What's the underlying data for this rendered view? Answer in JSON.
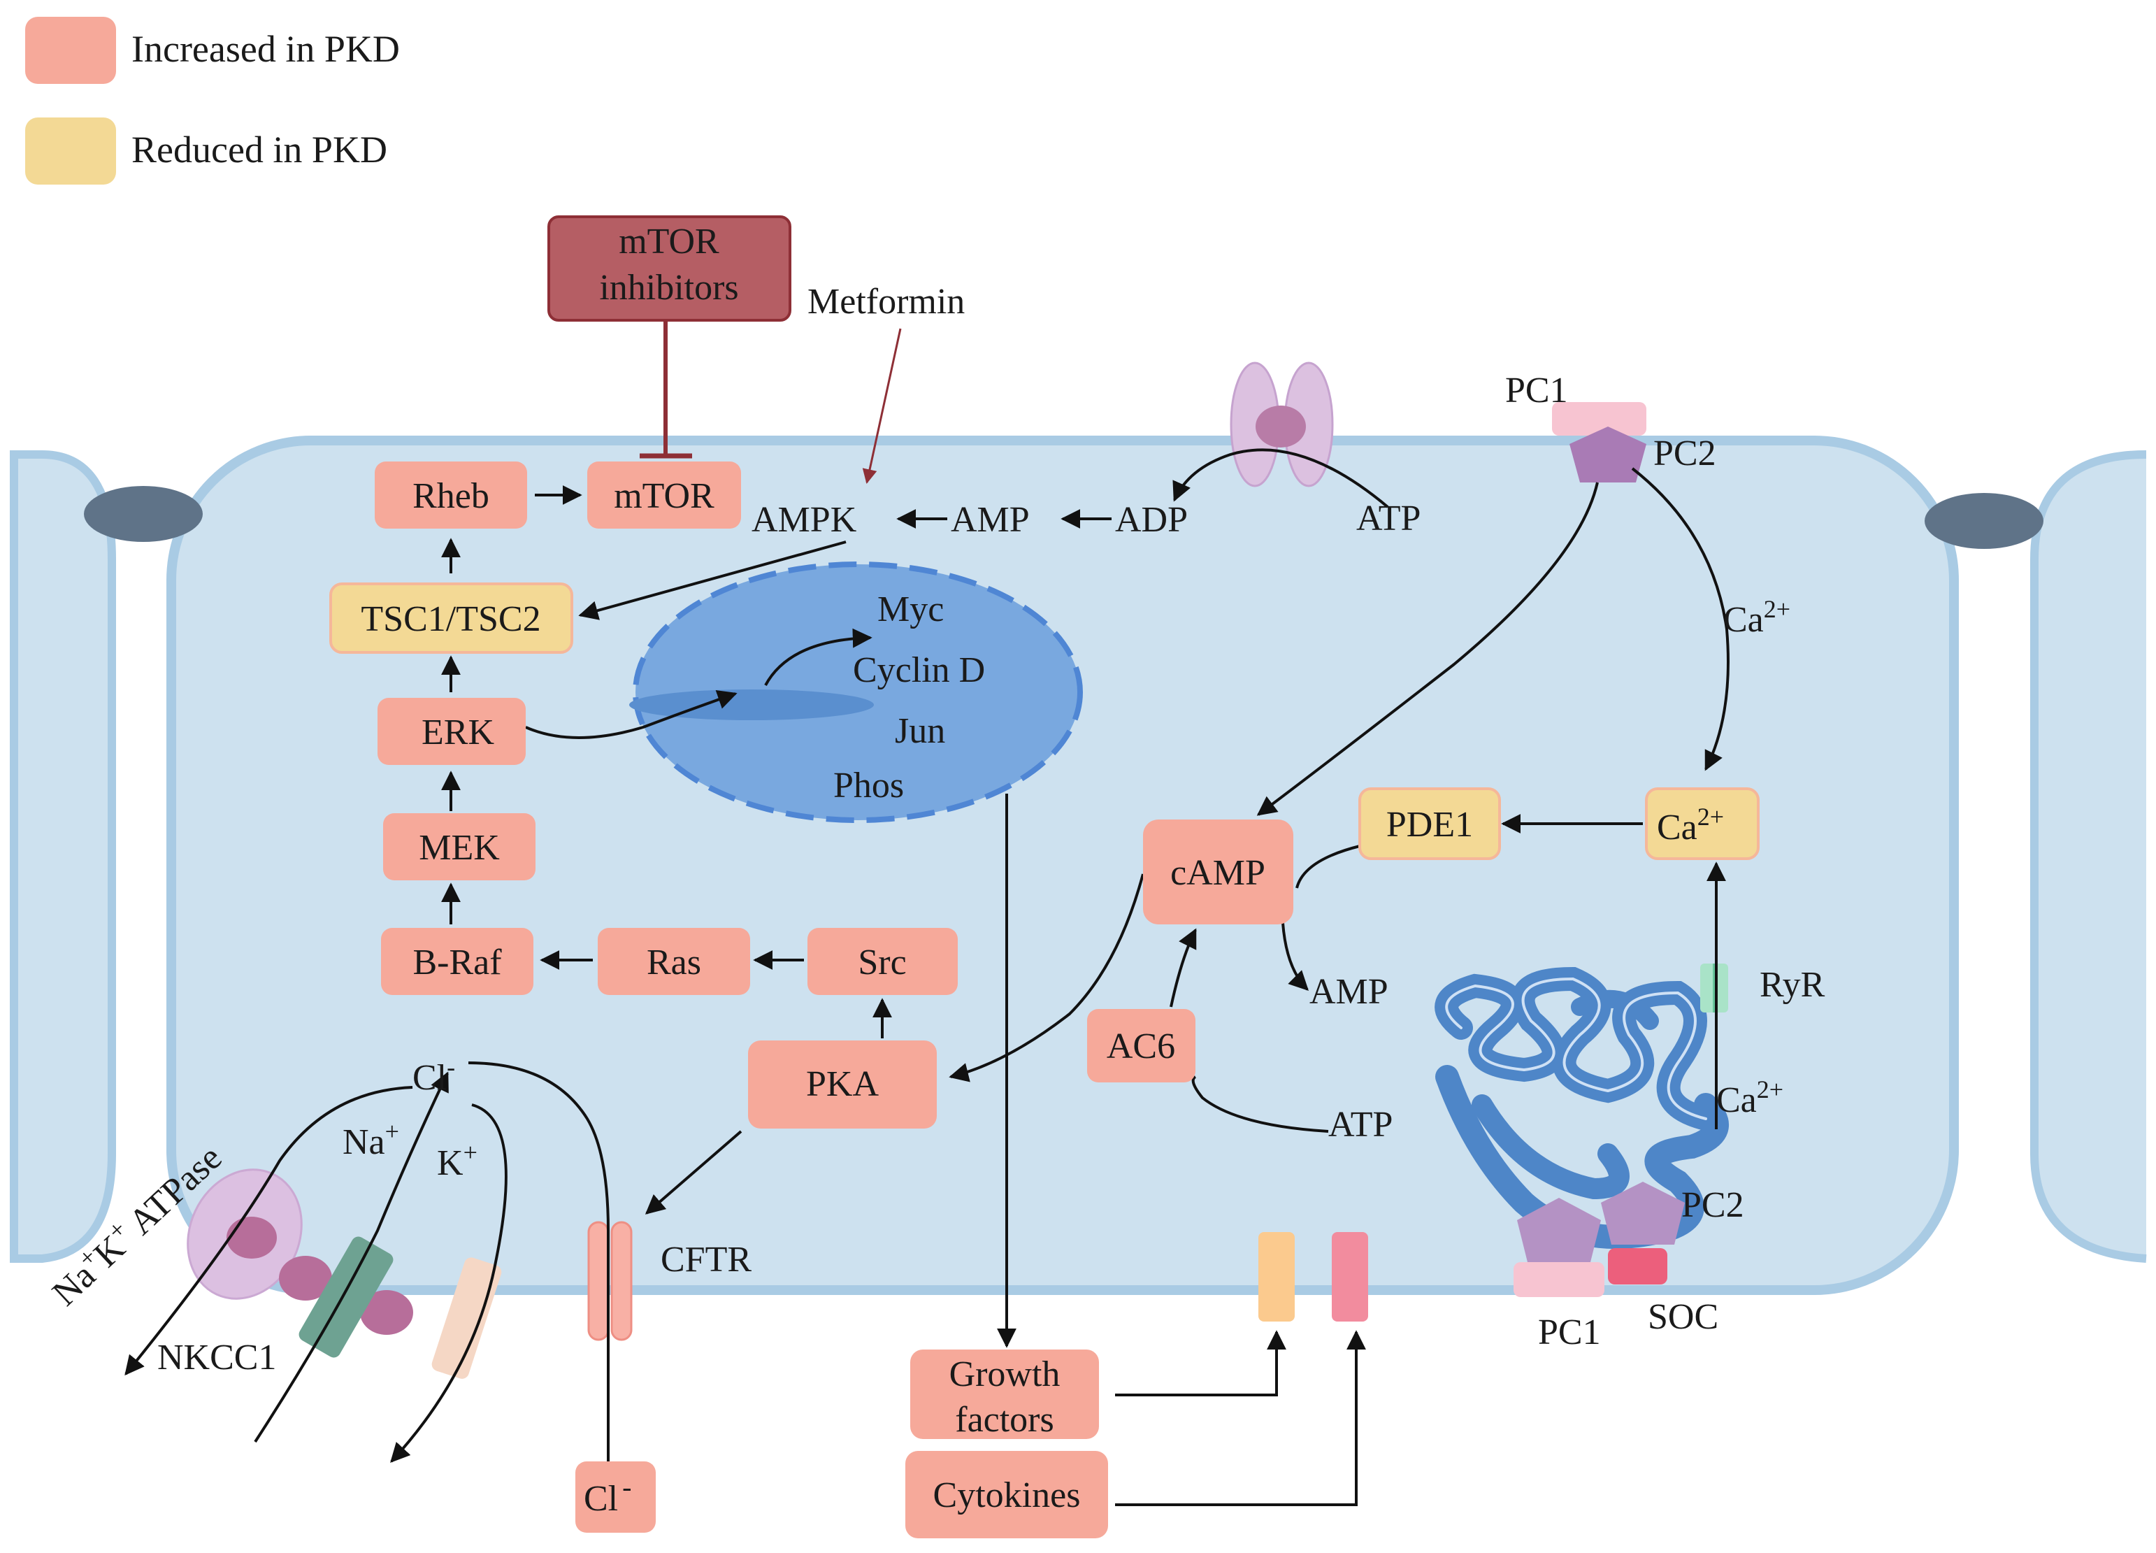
{
  "legend": {
    "increased": {
      "label": "Increased in PKD",
      "color": "#f6a99a"
    },
    "reduced": {
      "label": "Reduced in PKD",
      "color": "#f3d995"
    }
  },
  "colors": {
    "cell": "#cde1ef",
    "cell_border": "#a9cbe4",
    "nucleus": "#79a8df",
    "nucleus_border": "#4f86d4",
    "inhibitor_box": "#b55e64",
    "inhibitor_border": "#8e2f36",
    "junction": "#5f7388",
    "er": "#4e86c8"
  },
  "nodes": {
    "mtor_inhibitors": "mTOR\ninhibitors",
    "rheb": "Rheb",
    "mtor": "mTOR",
    "tsc": "TSC1/TSC2",
    "erk": "ERK",
    "mek": "MEK",
    "braf": "B-Raf",
    "ras": "Ras",
    "src": "Src",
    "pka": "PKA",
    "camp": "cAMP",
    "pde1": "PDE1",
    "ca_cyt": "Ca",
    "ac6": "AC6",
    "cl_out": "Cl",
    "growth_factors": "Growth\nfactors",
    "cytokines": "Cytokines"
  },
  "labels": {
    "metformin": "Metformin",
    "ampk": "AMPK",
    "amp_top": "AMP",
    "adp": "ADP",
    "atp_top": "ATP",
    "myc": "Myc",
    "cyclin_d": "Cyclin D",
    "jun": "Jun",
    "phos": "Phos",
    "pc1_top": "PC1",
    "pc2_top": "PC2",
    "ca_channel": "Ca",
    "ca_er": "Ca",
    "ryr": "RyR",
    "amp_mid": "AMP",
    "atp_mid": "ATP",
    "pc2_bottom": "PC2",
    "pc1_bottom": "PC1",
    "soc": "SOC",
    "cftr": "CFTR",
    "cl_in": "Cl",
    "na": "Na",
    "k": "K",
    "atpase": "ATPase",
    "atpase_na": "Na",
    "atpase_k": "K",
    "nkcc1": "NKCC1",
    "sup_2plus": "2+",
    "sup_plus": "+",
    "sup_minus": "-"
  }
}
